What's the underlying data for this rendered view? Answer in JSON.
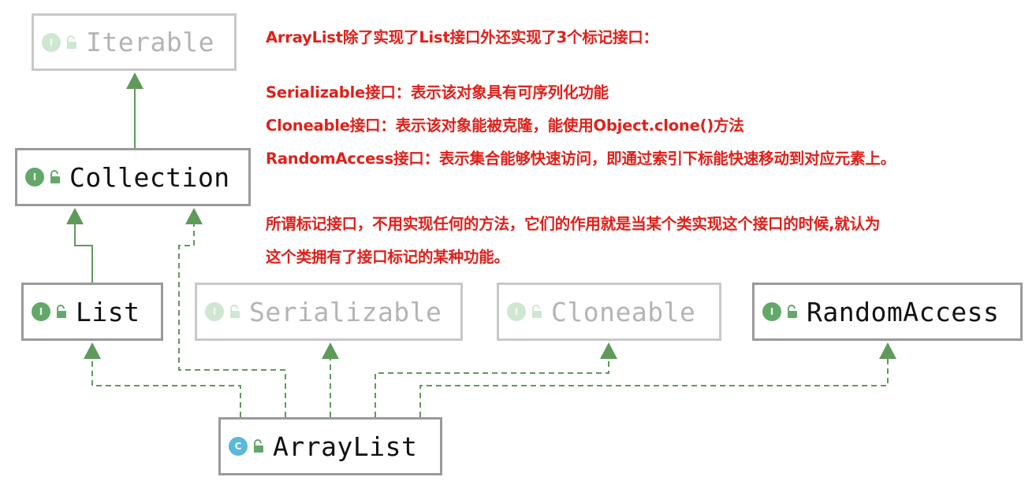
{
  "nodes": {
    "iterable": {
      "label": "Iterable",
      "kind": "interface",
      "badge": "I",
      "faded": true
    },
    "collection": {
      "label": "Collection",
      "kind": "interface",
      "badge": "I",
      "faded": false
    },
    "list": {
      "label": "List",
      "kind": "interface",
      "badge": "I",
      "faded": false
    },
    "serializable": {
      "label": "Serializable",
      "kind": "interface",
      "badge": "I",
      "faded": true
    },
    "cloneable": {
      "label": "Cloneable",
      "kind": "interface",
      "badge": "I",
      "faded": true
    },
    "random_access": {
      "label": "RandomAccess",
      "kind": "interface",
      "badge": "I",
      "faded": false
    },
    "arraylist": {
      "label": "ArrayList",
      "kind": "class",
      "badge": "C",
      "faded": false
    }
  },
  "edges": [
    {
      "from": "collection",
      "to": "iterable",
      "style": "solid"
    },
    {
      "from": "list",
      "to": "collection",
      "style": "solid"
    },
    {
      "from": "arraylist",
      "to": "collection",
      "style": "dashed"
    },
    {
      "from": "arraylist",
      "to": "list",
      "style": "dashed"
    },
    {
      "from": "arraylist",
      "to": "serializable",
      "style": "dashed"
    },
    {
      "from": "arraylist",
      "to": "cloneable",
      "style": "dashed"
    },
    {
      "from": "arraylist",
      "to": "random_access",
      "style": "dashed"
    }
  ],
  "notes": {
    "line1": "ArrayList除了实现了List接口外还实现了3个标记接口：",
    "line2": "Serializable接口：表示该对象具有可序列化功能",
    "line3": "Cloneable接口：表示该对象能被克隆，能使用Object.clone()方法",
    "line4": "RandomAccess接口：表示集合能够快速访问，即通过索引下标能快速移动到对应元素上。",
    "line5": "所谓标记接口，不用实现任何的方法，它们的作用就是当某个类实现这个接口的时候,就认为",
    "line6": "这个类拥有了接口标记的某种功能。"
  },
  "colors": {
    "edge": "#5f9a5a",
    "note_text": "#e0201a",
    "interface_badge": "#62a86a",
    "class_badge": "#5ab8dc",
    "node_border": "#9a9a9a"
  }
}
